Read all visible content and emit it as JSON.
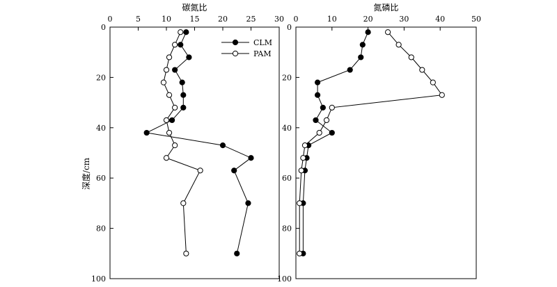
{
  "chart_data": [
    {
      "type": "line",
      "orientation": "depth-profile",
      "title": "",
      "xlabel": "碳氮比",
      "ylabel": "深度/cm",
      "xlim": [
        0,
        30
      ],
      "ylim": [
        0,
        100
      ],
      "y_inverted": true,
      "x_axis_position": "top",
      "xticks": [
        0,
        5,
        10,
        15,
        20,
        25,
        30
      ],
      "yticks": [
        0,
        20,
        40,
        60,
        80,
        100
      ],
      "grid": false,
      "legend": {
        "placement": "top-right",
        "entries": [
          "CLM",
          "PAM"
        ]
      },
      "series": [
        {
          "name": "CLM",
          "marker": "filled-circle",
          "points": [
            {
              "x": 13.5,
              "y": 2
            },
            {
              "x": 12.5,
              "y": 7
            },
            {
              "x": 14.0,
              "y": 12
            },
            {
              "x": 11.5,
              "y": 17
            },
            {
              "x": 12.8,
              "y": 22
            },
            {
              "x": 13.0,
              "y": 27
            },
            {
              "x": 13.0,
              "y": 32
            },
            {
              "x": 11.0,
              "y": 37
            },
            {
              "x": 6.5,
              "y": 42
            },
            {
              "x": 20.0,
              "y": 47
            },
            {
              "x": 25.0,
              "y": 52
            },
            {
              "x": 22.0,
              "y": 57
            },
            {
              "x": 24.5,
              "y": 70
            },
            {
              "x": 22.5,
              "y": 90
            }
          ]
        },
        {
          "name": "PAM",
          "marker": "open-circle",
          "points": [
            {
              "x": 12.5,
              "y": 2
            },
            {
              "x": 11.5,
              "y": 7
            },
            {
              "x": 10.5,
              "y": 12
            },
            {
              "x": 10.0,
              "y": 17
            },
            {
              "x": 9.5,
              "y": 22
            },
            {
              "x": 10.5,
              "y": 27
            },
            {
              "x": 11.5,
              "y": 32
            },
            {
              "x": 10.0,
              "y": 37
            },
            {
              "x": 10.5,
              "y": 42
            },
            {
              "x": 11.5,
              "y": 47
            },
            {
              "x": 10.0,
              "y": 52
            },
            {
              "x": 16.0,
              "y": 57
            },
            {
              "x": 13.0,
              "y": 70
            },
            {
              "x": 13.5,
              "y": 90
            }
          ]
        }
      ]
    },
    {
      "type": "line",
      "orientation": "depth-profile",
      "title": "",
      "xlabel": "氮磷比",
      "ylabel": "",
      "xlim": [
        0,
        50
      ],
      "ylim": [
        0,
        100
      ],
      "y_inverted": true,
      "x_axis_position": "top",
      "xticks": [
        0,
        10,
        20,
        30,
        40,
        50
      ],
      "yticks": [
        0,
        20,
        40,
        60,
        80,
        100
      ],
      "grid": false,
      "series": [
        {
          "name": "CLM",
          "marker": "filled-circle",
          "points": [
            {
              "x": 20.0,
              "y": 2
            },
            {
              "x": 18.5,
              "y": 7
            },
            {
              "x": 18.0,
              "y": 12
            },
            {
              "x": 15.0,
              "y": 17
            },
            {
              "x": 6.0,
              "y": 22
            },
            {
              "x": 6.0,
              "y": 27
            },
            {
              "x": 7.5,
              "y": 32
            },
            {
              "x": 5.5,
              "y": 37
            },
            {
              "x": 10.0,
              "y": 42
            },
            {
              "x": 3.5,
              "y": 47
            },
            {
              "x": 3.0,
              "y": 52
            },
            {
              "x": 2.5,
              "y": 57
            },
            {
              "x": 2.0,
              "y": 70
            },
            {
              "x": 2.0,
              "y": 90
            }
          ]
        },
        {
          "name": "PAM",
          "marker": "open-circle",
          "points": [
            {
              "x": 25.5,
              "y": 2
            },
            {
              "x": 28.5,
              "y": 7
            },
            {
              "x": 32.0,
              "y": 12
            },
            {
              "x": 35.0,
              "y": 17
            },
            {
              "x": 38.0,
              "y": 22
            },
            {
              "x": 40.5,
              "y": 27
            },
            {
              "x": 10.0,
              "y": 32
            },
            {
              "x": 8.5,
              "y": 37
            },
            {
              "x": 6.5,
              "y": 42
            },
            {
              "x": 2.5,
              "y": 47
            },
            {
              "x": 2.0,
              "y": 52
            },
            {
              "x": 1.5,
              "y": 57
            },
            {
              "x": 1.0,
              "y": 70
            },
            {
              "x": 1.0,
              "y": 90
            }
          ]
        }
      ]
    }
  ]
}
